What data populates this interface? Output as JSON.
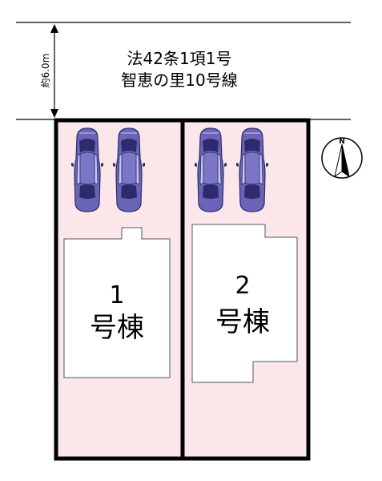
{
  "road": {
    "line1": "法42条1項1号",
    "line2": "智恵の里10号線",
    "width_label": "約6.0m"
  },
  "compass": {
    "north_label": "N"
  },
  "lots": [
    {
      "number": "1",
      "suffix": "号棟"
    },
    {
      "number": "2",
      "suffix": "号棟"
    }
  ],
  "colors": {
    "lot_fill": "#fbe7ea",
    "car_body": "#6a64b6",
    "car_dark": "#2d2a6e",
    "car_window": "#c9c8ee",
    "building_fill": "#ffffff",
    "outline": "#000000"
  }
}
